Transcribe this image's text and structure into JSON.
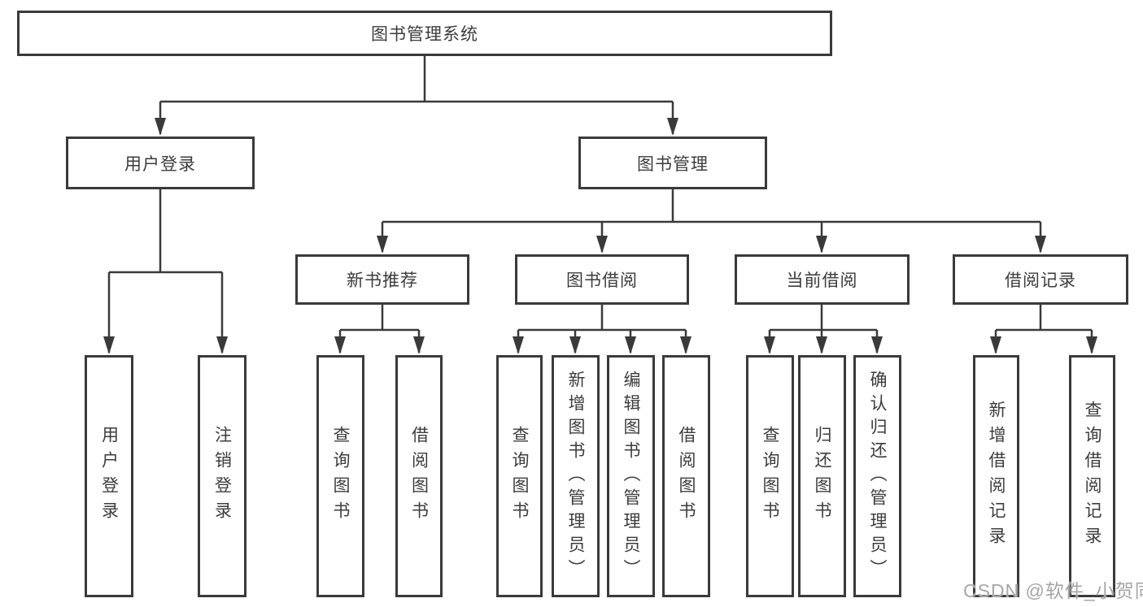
{
  "diagram_title": "图书管理系统",
  "tree": {
    "root": {
      "label": "图书管理系统"
    },
    "level2": [
      {
        "id": "user-login",
        "label": "用户登录"
      },
      {
        "id": "book-management",
        "label": "图书管理"
      }
    ],
    "level3": [
      {
        "id": "new-book-recommendation",
        "label": "新书推荐",
        "parent": "book-management"
      },
      {
        "id": "book-borrowing",
        "label": "图书借阅",
        "parent": "book-management"
      },
      {
        "id": "current-borrowing",
        "label": "当前借阅",
        "parent": "book-management"
      },
      {
        "id": "borrowing-records",
        "label": "借阅记录",
        "parent": "book-management"
      }
    ],
    "leaves": [
      {
        "label": "用户登录",
        "parent": "user-login"
      },
      {
        "label": "注销登录",
        "parent": "user-login"
      },
      {
        "label": "查询图书",
        "parent": "new-book-recommendation"
      },
      {
        "label": "借阅图书",
        "parent": "new-book-recommendation"
      },
      {
        "label": "查询图书",
        "parent": "book-borrowing"
      },
      {
        "label": "新增图书（管理员）",
        "parent": "book-borrowing"
      },
      {
        "label": "编辑图书（管理员）",
        "parent": "book-borrowing"
      },
      {
        "label": "借阅图书",
        "parent": "book-borrowing"
      },
      {
        "label": "查询图书",
        "parent": "current-borrowing"
      },
      {
        "label": "归还图书",
        "parent": "current-borrowing"
      },
      {
        "label": "确认归还（管理员）",
        "parent": "current-borrowing"
      },
      {
        "label": "新增借阅记录",
        "parent": "borrowing-records"
      },
      {
        "label": "查询借阅记录",
        "parent": "borrowing-records"
      }
    ]
  },
  "watermark": {
    "text": "CSDN @软件_小贺同学"
  },
  "colors": {
    "line": "#3a3a3a",
    "node_border": "#3a3a3a",
    "text": "#3c3c3c",
    "watermark": "#a6a6a6",
    "background": "#ffffff"
  }
}
